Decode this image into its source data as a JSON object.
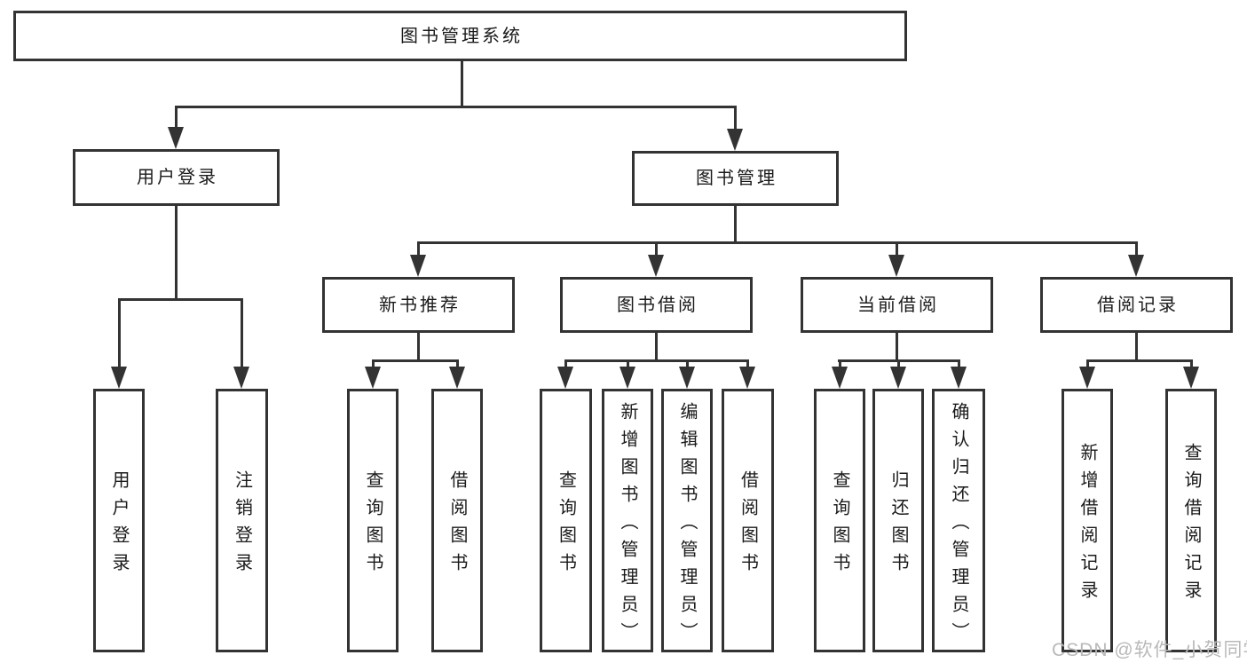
{
  "nodes": {
    "root": "图书管理系统",
    "userLogin": "用户登录",
    "bookManagement": "图书管理",
    "newBookRecommend": "新书推荐",
    "bookBorrow": "图书借阅",
    "currentBorrow": "当前借阅",
    "borrowRecord": "借阅记录",
    "leafUserLogin": "用户登录",
    "leafLogout": "注销登录",
    "leafQueryBook1": "查询图书",
    "leafBorrowBook1": "借阅图书",
    "leafQueryBook2": "查询图书",
    "leafAddBook": "新增图书（管理员）",
    "leafEditBook": "编辑图书（管理员）",
    "leafBorrowBook2": "借阅图书",
    "leafQueryBook3": "查询图书",
    "leafReturnBook": "归还图书",
    "leafConfirmReturn": "确认归还（管理员）",
    "leafAddBorrowRecord": "新增借阅记录",
    "leafQueryBorrowRecord": "查询借阅记录"
  },
  "watermark": "CSDN @软件_小贺同学",
  "colors": {
    "line": "#333333",
    "text": "#1a1a1a",
    "watermark": "#b9b9b9",
    "background": "#ffffff"
  }
}
